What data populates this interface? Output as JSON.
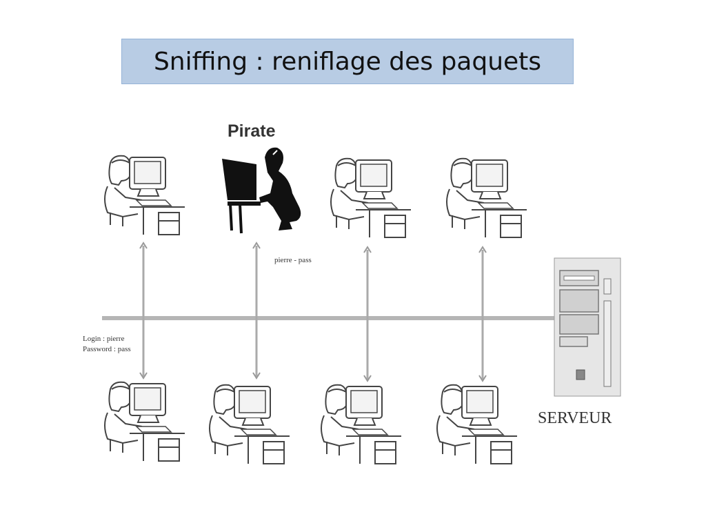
{
  "slide": {
    "title": "Sniffing : reniflage des paquets"
  },
  "diagram": {
    "pirate_label": "Pirate",
    "sniffed_credentials": "pierre - pass",
    "login_line": "Login : pierre",
    "password_line": "Password : pass",
    "server_label": "SERVEUR",
    "colors": {
      "title_fill": "#b8cce4",
      "title_border": "#95b3d7",
      "network_line": "#b5b5b5",
      "drawing": "#444444",
      "pirate_silhouette": "#111111"
    },
    "icons": [
      "user-workstation-icon",
      "pirate-hacker-icon",
      "server-tower-icon",
      "arrow-up-down-icon"
    ]
  }
}
